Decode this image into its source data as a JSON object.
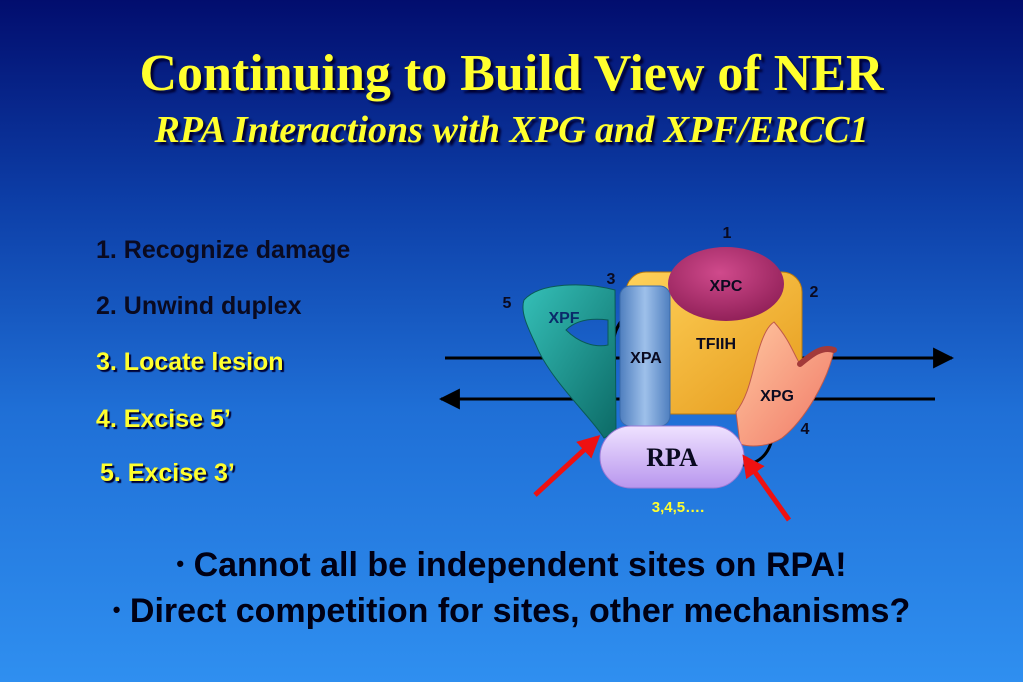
{
  "slide": {
    "title": "Continuing to Build View of  NER",
    "subtitle": "RPA Interactions with XPG and XPF/ERCC1"
  },
  "steps": [
    {
      "text": "1. Recognize damage"
    },
    {
      "text": "2. Unwind duplex"
    },
    {
      "text": "3. Locate lesion"
    },
    {
      "text": "4. Excise 5’"
    },
    {
      "text": "5. Excise 3’"
    }
  ],
  "diagram": {
    "proteins": {
      "xpc": "XPC",
      "tfiih": "TFIIH",
      "xpa": "XPA",
      "xpf": "XPF",
      "xpg": "XPG",
      "rpa": "RPA"
    },
    "numbers": {
      "n1": "1",
      "n2": "2",
      "n3": "3",
      "n4": "4",
      "n5": "5"
    },
    "rpa_sites": "3,4,5….",
    "colors": {
      "tfiih": "#f5b43a",
      "xpc": "#b0306e",
      "xpa": "#6b97cc",
      "xpf": "#1f9a94",
      "xpg": "#f59a7a",
      "rpa": "#d9c2f5",
      "arrow": "#ee1111"
    }
  },
  "bullets": [
    {
      "marker": "•",
      "text": "Cannot all be independent sites on RPA!"
    },
    {
      "marker": "•",
      "text": "Direct competition for sites, other mechanisms?"
    }
  ]
}
